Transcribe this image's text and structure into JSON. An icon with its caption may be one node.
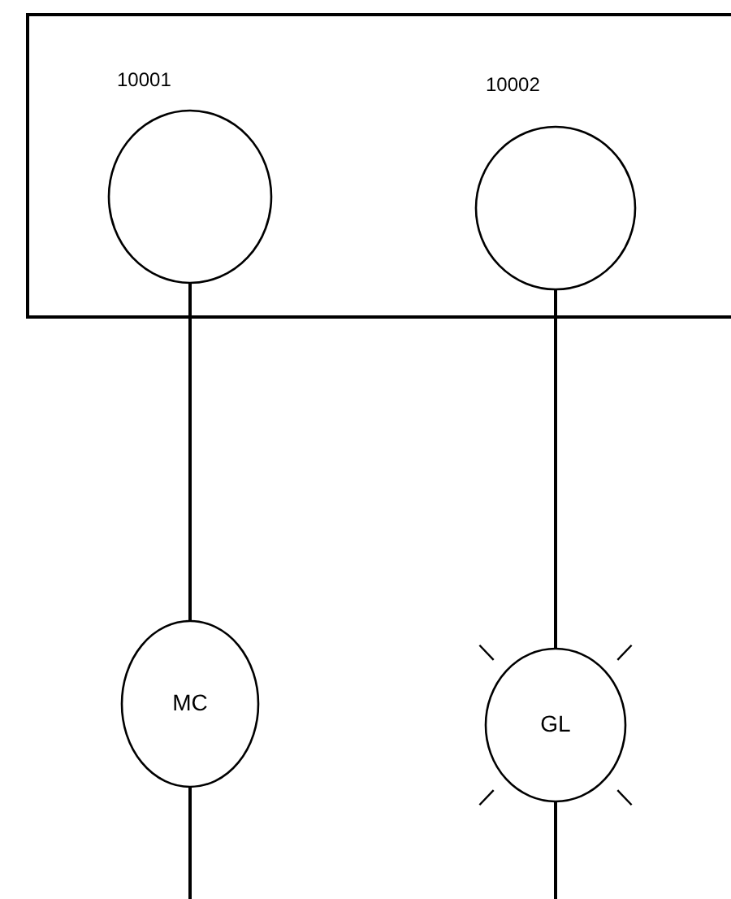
{
  "diagram": {
    "nodes": [
      {
        "text": [],
        "shape": "box"
      },
      {
        "text": [
          "10001"
        ],
        "in": 0
      },
      {
        "text": [
          "10002"
        ],
        "in": 0
      },
      {
        "text": [
          "MC"
        ]
      },
      {
        "text": [
          "GL"
        ]
      }
    ],
    "edges": [
      {
        "from": 1,
        "to": 3,
        "arrow": "none"
      },
      {
        "from": 2,
        "to": 4,
        "arrow": "none"
      },
      {
        "from": 3,
        "to": null,
        "arrow": "none"
      },
      {
        "from": 4,
        "to": null,
        "arrow": "none"
      }
    ]
  }
}
